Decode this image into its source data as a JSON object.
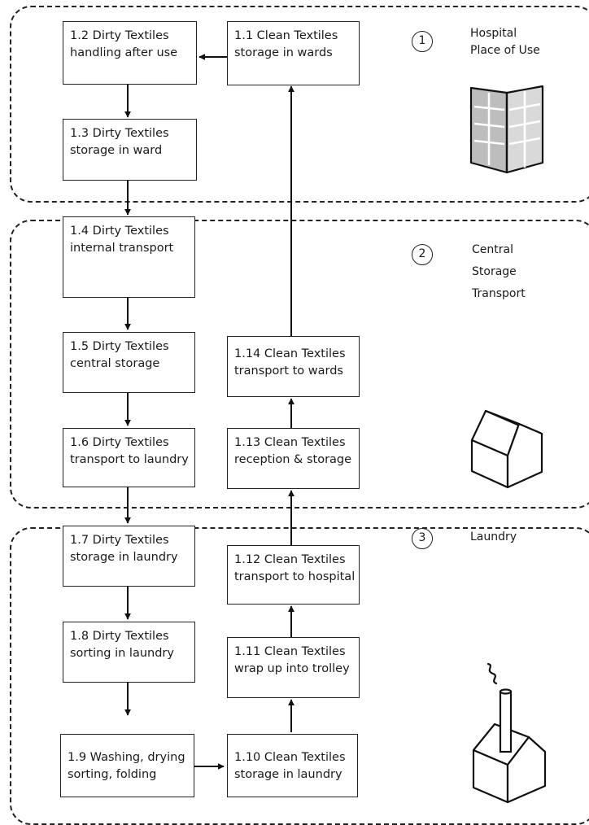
{
  "zones": [
    {
      "number": "1",
      "label": [
        "Hospital",
        "Place of Use"
      ],
      "icon": "hospital-building-icon"
    },
    {
      "number": "2",
      "label": [
        "Central",
        "Storage",
        "Transport"
      ],
      "icon": "storage-house-icon"
    },
    {
      "number": "3",
      "label": [
        "Laundry"
      ],
      "icon": "laundry-factory-icon"
    }
  ],
  "steps": {
    "s1_1": [
      "1.1 Clean Textiles",
      "storage in wards"
    ],
    "s1_2": [
      "1.2 Dirty Textiles",
      "handling after use"
    ],
    "s1_3": [
      "1.3 Dirty Textiles",
      "storage in ward"
    ],
    "s1_4": [
      "1.4 Dirty Textiles",
      "internal transport"
    ],
    "s1_5": [
      "1.5 Dirty Textiles",
      "central storage"
    ],
    "s1_6": [
      "1.6 Dirty Textiles",
      "transport to laundry"
    ],
    "s1_7": [
      "1.7 Dirty Textiles",
      "storage in laundry"
    ],
    "s1_8": [
      "1.8 Dirty Textiles",
      "sorting in laundry"
    ],
    "s1_9": [
      "1.9 Washing, drying",
      "sorting, folding"
    ],
    "s1_10": [
      "1.10 Clean Textiles",
      "storage in laundry"
    ],
    "s1_11": [
      "1.11 Clean Textiles",
      "wrap up into trolley"
    ],
    "s1_12": [
      "1.12 Clean Textiles",
      "transport to hospital"
    ],
    "s1_13": [
      "1.13 Clean Textiles",
      "reception & storage"
    ],
    "s1_14": [
      "1.14 Clean Textiles",
      "transport to wards"
    ]
  }
}
